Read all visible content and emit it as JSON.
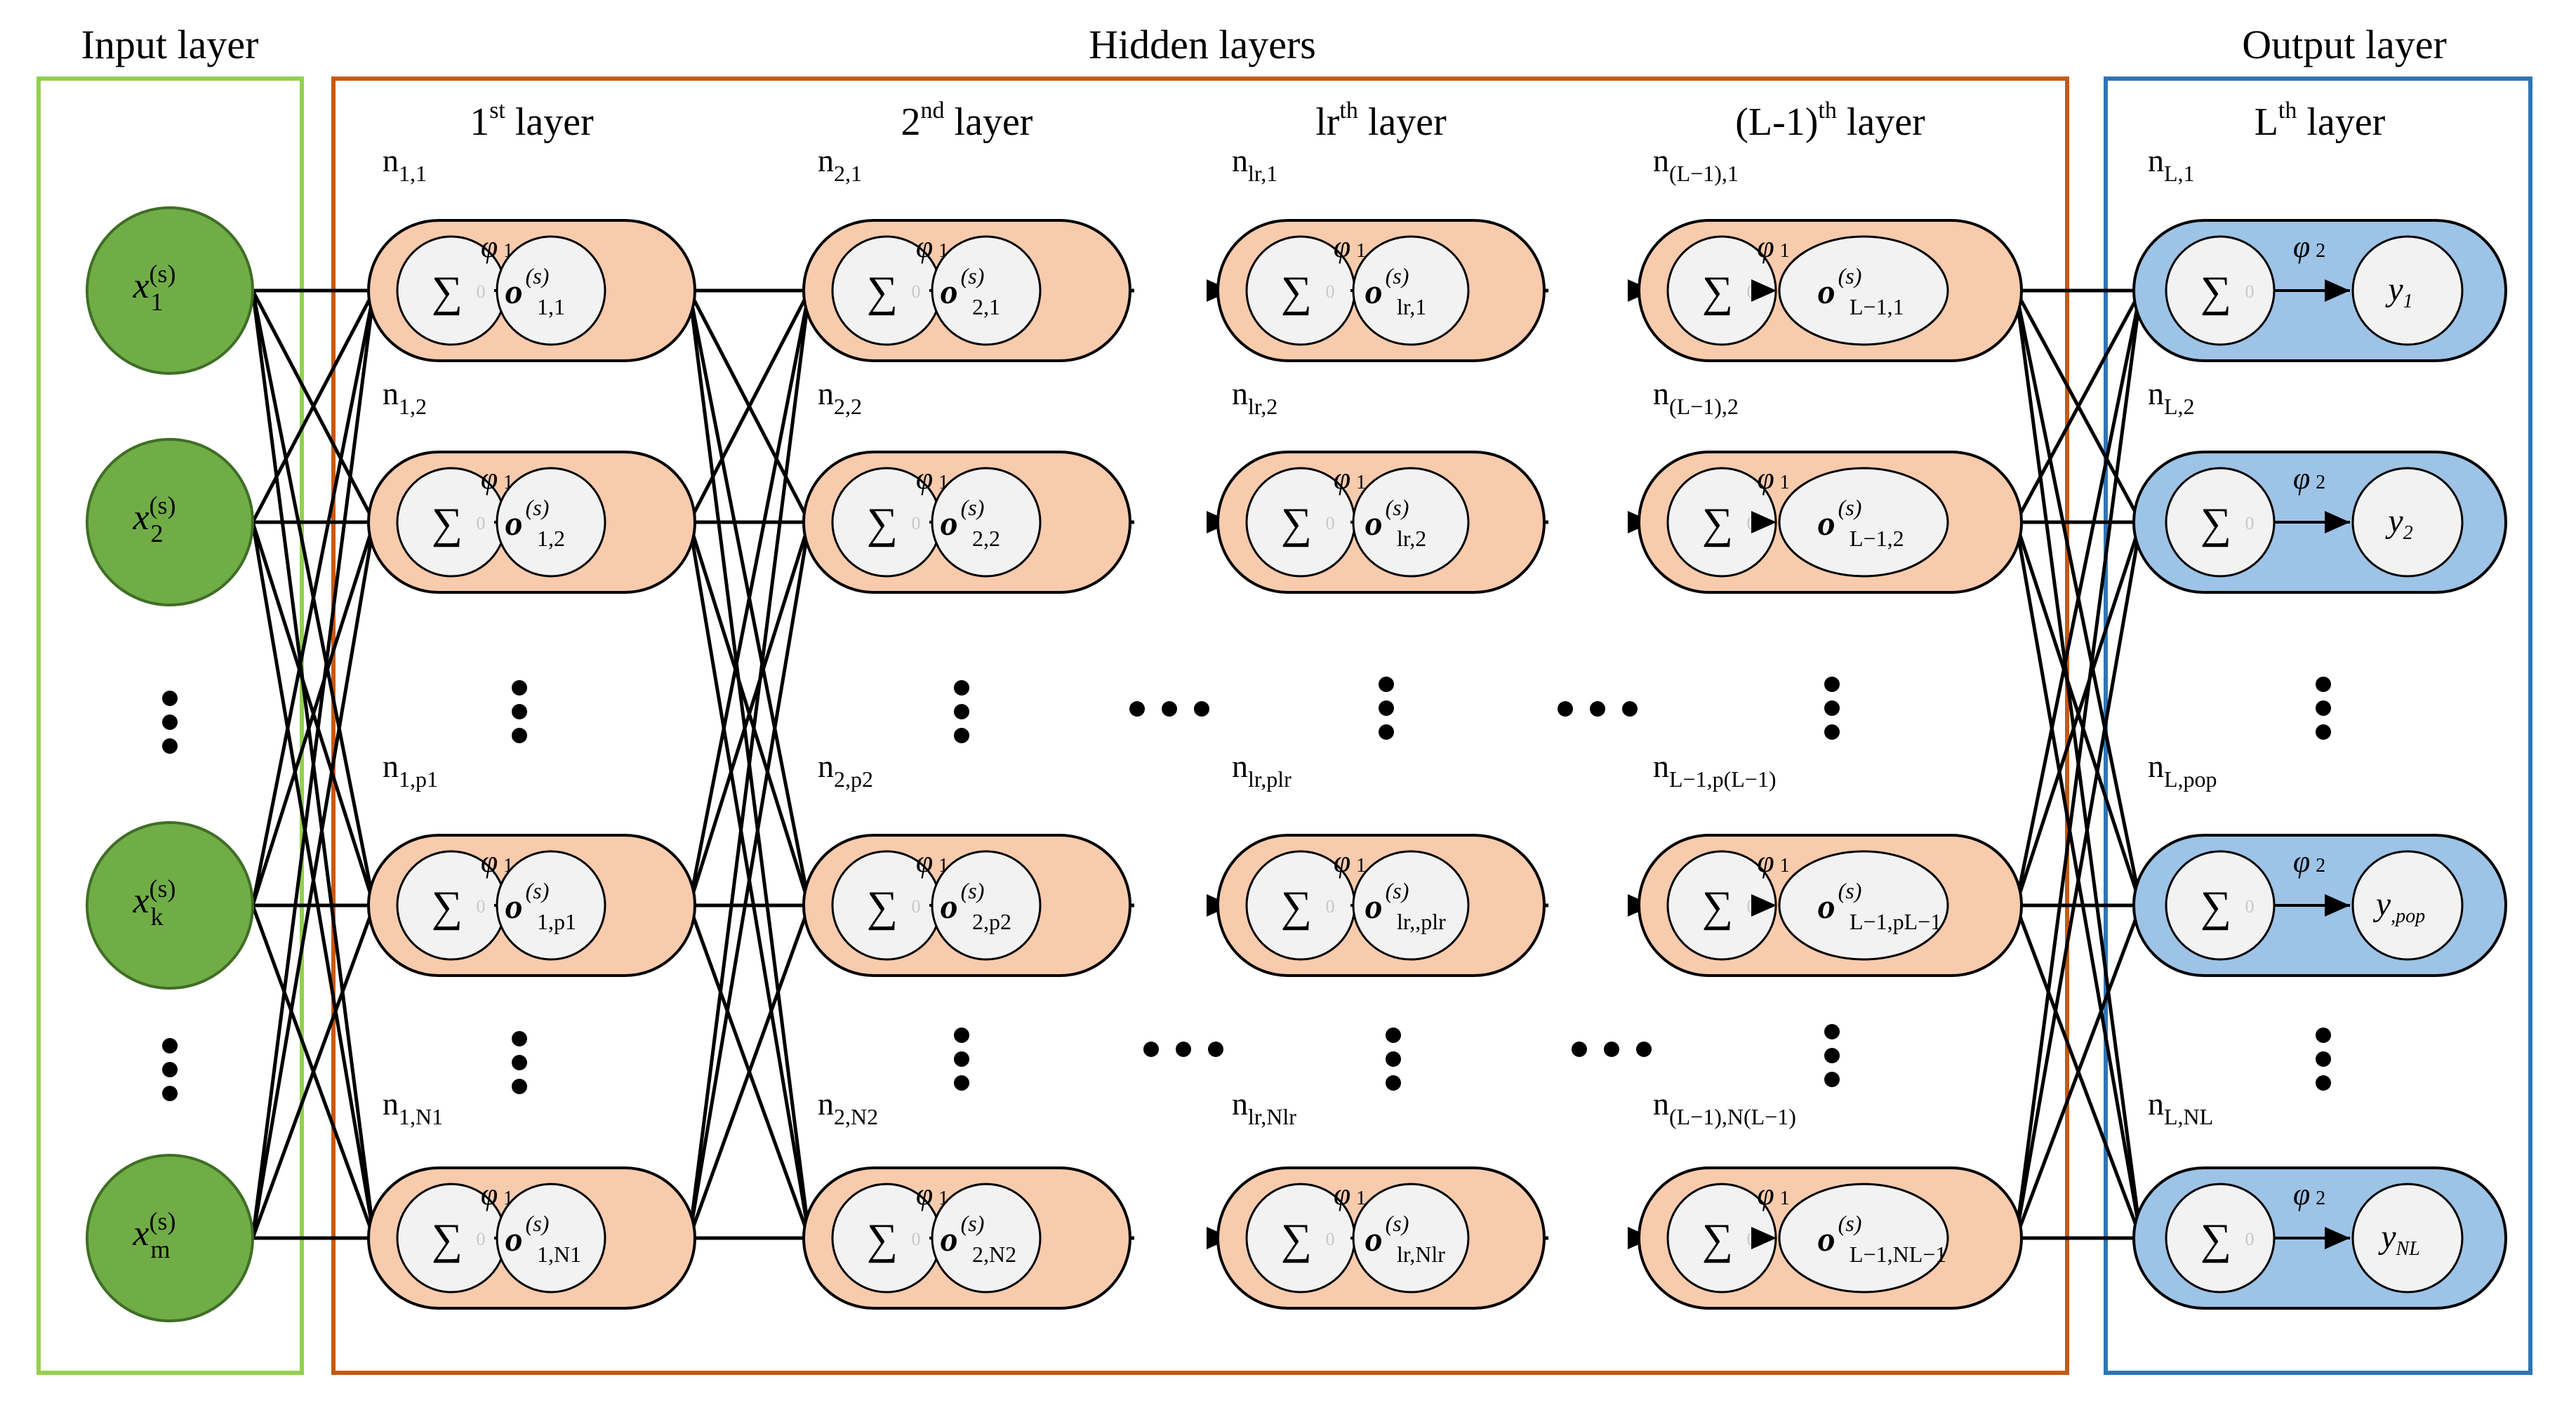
{
  "titles": {
    "input": "Input layer",
    "hidden": "Hidden layers",
    "output": "Output layer"
  },
  "colors": {
    "input_box": "#92d050",
    "hidden_box": "#c55a11",
    "output_box": "#2e75b6",
    "input_node": "#70ad47",
    "hidden_capsule": "#f8cbad",
    "output_capsule": "#9dc3e6",
    "inner_circle": "#f2f2f2"
  },
  "inputs": [
    {
      "base": "x",
      "sup": "(s)",
      "sub": "1"
    },
    {
      "base": "x",
      "sup": "(s)",
      "sub": "2"
    },
    {
      "base": "x",
      "sup": "(s)",
      "sub": "k"
    },
    {
      "base": "x",
      "sup": "(s)",
      "sub": "m"
    }
  ],
  "layers": [
    {
      "title_base": "1",
      "title_sup": "st",
      "title_rest": " layer",
      "phi": "φ",
      "phi_sub": "1",
      "nodes": [
        {
          "n_base": "n",
          "n_sub": "1,1",
          "o_sup": "(s)",
          "o_sub": "1,1"
        },
        {
          "n_base": "n",
          "n_sub": "1,2",
          "o_sup": "(s)",
          "o_sub": "1,2"
        },
        {
          "n_base": "n",
          "n_sub": "1,p1",
          "o_sup": "(s)",
          "o_sub": "1,p1"
        },
        {
          "n_base": "n",
          "n_sub": "1,N1",
          "o_sup": "(s)",
          "o_sub": "1,N1"
        }
      ]
    },
    {
      "title_base": "2",
      "title_sup": "nd",
      "title_rest": " layer",
      "phi": "φ",
      "phi_sub": "1",
      "nodes": [
        {
          "n_base": "n",
          "n_sub": "2,1",
          "o_sup": "(s)",
          "o_sub": "2,1"
        },
        {
          "n_base": "n",
          "n_sub": "2,2",
          "o_sup": "(s)",
          "o_sub": "2,2"
        },
        {
          "n_base": "n",
          "n_sub": "2,p2",
          "o_sup": "(s)",
          "o_sub": "2,p2"
        },
        {
          "n_base": "n",
          "n_sub": "2,N2",
          "o_sup": "(s)",
          "o_sub": "2,N2"
        }
      ]
    },
    {
      "title_base": "lr",
      "title_sup": "th",
      "title_rest": " layer",
      "phi": "φ",
      "phi_sub": "1",
      "nodes": [
        {
          "n_base": "n",
          "n_sub": "lr,1",
          "o_sup": "(s)",
          "o_sub": "lr,1"
        },
        {
          "n_base": "n",
          "n_sub": "lr,2",
          "o_sup": "(s)",
          "o_sub": "lr,2"
        },
        {
          "n_base": "n",
          "n_sub": "lr,plr",
          "o_sup": "(s)",
          "o_sub": "lr,,plr"
        },
        {
          "n_base": "n",
          "n_sub": "lr,Nlr",
          "o_sup": "(s)",
          "o_sub": "lr,Nlr"
        }
      ]
    },
    {
      "title_base": "(L-1)",
      "title_sup": "th",
      "title_rest": " layer",
      "phi": "φ",
      "phi_sub": "1",
      "nodes": [
        {
          "n_base": "n",
          "n_sub": "(L−1),1",
          "o_sup": "(s)",
          "o_sub": "L−1,1"
        },
        {
          "n_base": "n",
          "n_sub": "(L−1),2",
          "o_sup": "(s)",
          "o_sub": "L−1,2"
        },
        {
          "n_base": "n",
          "n_sub": "L−1,p(L−1)",
          "o_sup": "(s)",
          "o_sub": "L−1,pL−1"
        },
        {
          "n_base": "n",
          "n_sub": "(L−1),N(L−1)",
          "o_sup": "(s)",
          "o_sub": "L−1,NL−1"
        }
      ]
    },
    {
      "title_base": "L",
      "title_sup": "th",
      "title_rest": " layer",
      "phi": "φ",
      "phi_sub": "2",
      "nodes": [
        {
          "n_base": "n",
          "n_sub": "L,1",
          "y_sub": "1"
        },
        {
          "n_base": "n",
          "n_sub": "L,2",
          "y_sub": "2"
        },
        {
          "n_base": "n",
          "n_sub": "L,pop",
          "y_sub": ",pop"
        },
        {
          "n_base": "n",
          "n_sub": "L,NL",
          "y_sub": "NL"
        }
      ]
    }
  ],
  "symbols": {
    "sum": "∑",
    "zero": "0",
    "output_base": "o",
    "y_base": "y"
  }
}
